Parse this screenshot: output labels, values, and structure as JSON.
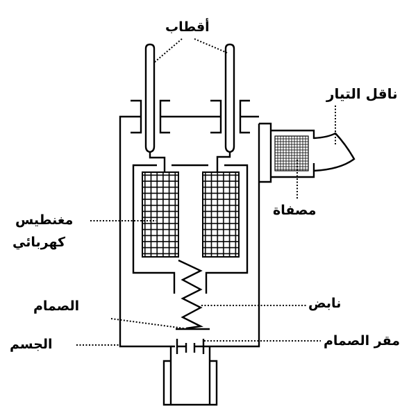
{
  "labels": {
    "electrodes": "أقطاب",
    "current_conductor": "ناقل التيار",
    "filter": "مصفاة",
    "electromagnet_line1": "مغنطيس",
    "electromagnet_line2": "كهربائي",
    "spring": "نابض",
    "valve": "الصمام",
    "body": "الجسم",
    "valve_seat": "مقر الصمام"
  },
  "colors": {
    "line": "#000000",
    "background": "#ffffff"
  }
}
